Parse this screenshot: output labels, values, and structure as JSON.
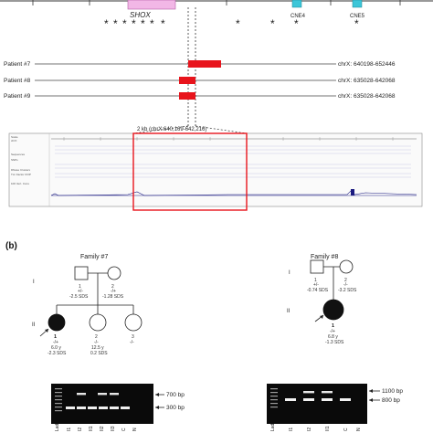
{
  "top": {
    "gene_label": "SHOX",
    "cne_labels": [
      "CNE4",
      "CNE5"
    ],
    "stars": [
      "*",
      "*",
      "*",
      "*",
      "*",
      "*",
      "*",
      "*",
      "*",
      "*",
      "*"
    ]
  },
  "patients": [
    {
      "label": "Patient #7",
      "coords": "chrX: 640198-652446"
    },
    {
      "label": "Patient #8",
      "coords": "chrX: 635028-642068"
    },
    {
      "label": "Patient #9",
      "coords": "chrX: 635028-642068"
    }
  ],
  "browser": {
    "zoom_label": "2 kb (chrX:640,169-642,216)",
    "tracks": [
      "Scale",
      "chrX:",
      "Sequences",
      "SNPs",
      "DNase Clusters",
      "Txn Factor ChIP",
      "100 Vert. Cons"
    ]
  },
  "panel_b": {
    "panel_label": "(b)",
    "family7": {
      "title": "Family #7",
      "gen_labels": [
        "I",
        "II"
      ],
      "parents": [
        {
          "num": "1",
          "genotype": "+/-",
          "sds": "-2.5 SDS"
        },
        {
          "num": "2",
          "genotype": "-/+",
          "sds": "-1.28 SDS"
        }
      ],
      "children": [
        {
          "num": "1",
          "genotype": "-/+",
          "age": "6.0 y",
          "sds": "-2.3 SDS"
        },
        {
          "num": "2",
          "genotype": "-/-",
          "age": "12.5 y",
          "sds": "0.2 SDS"
        },
        {
          "num": "3",
          "genotype": "-/-",
          "age": "",
          "sds": ""
        }
      ]
    },
    "family8": {
      "title": "Family #8",
      "gen_labels": [
        "I",
        "II"
      ],
      "parents": [
        {
          "num": "1",
          "genotype": "+/-",
          "sds": "-0.74 SDS"
        },
        {
          "num": "2",
          "genotype": "-/-",
          "sds": "-3.2 SDS"
        }
      ],
      "children": [
        {
          "num": "1",
          "genotype": "-/+",
          "age": "6.8 y",
          "sds": "-1.3 SDS"
        }
      ]
    },
    "gel7": {
      "bands": [
        "700 bp",
        "300 bp"
      ],
      "lanes": [
        "Lad",
        "I1",
        "I2",
        "II1",
        "II2",
        "II3",
        "C",
        "N"
      ]
    },
    "gel8": {
      "bands": [
        "1100 bp",
        "800 bp"
      ],
      "lanes": [
        "Lad",
        "I1",
        "I2",
        "II1",
        "C",
        "N"
      ]
    }
  },
  "colors": {
    "deletion": "#e8141c",
    "shox_box": "#f2b7e6",
    "cne_box": "#3cc6d8",
    "zoom_box": "#e8141c",
    "gel_bg": "#0a0a0a"
  }
}
